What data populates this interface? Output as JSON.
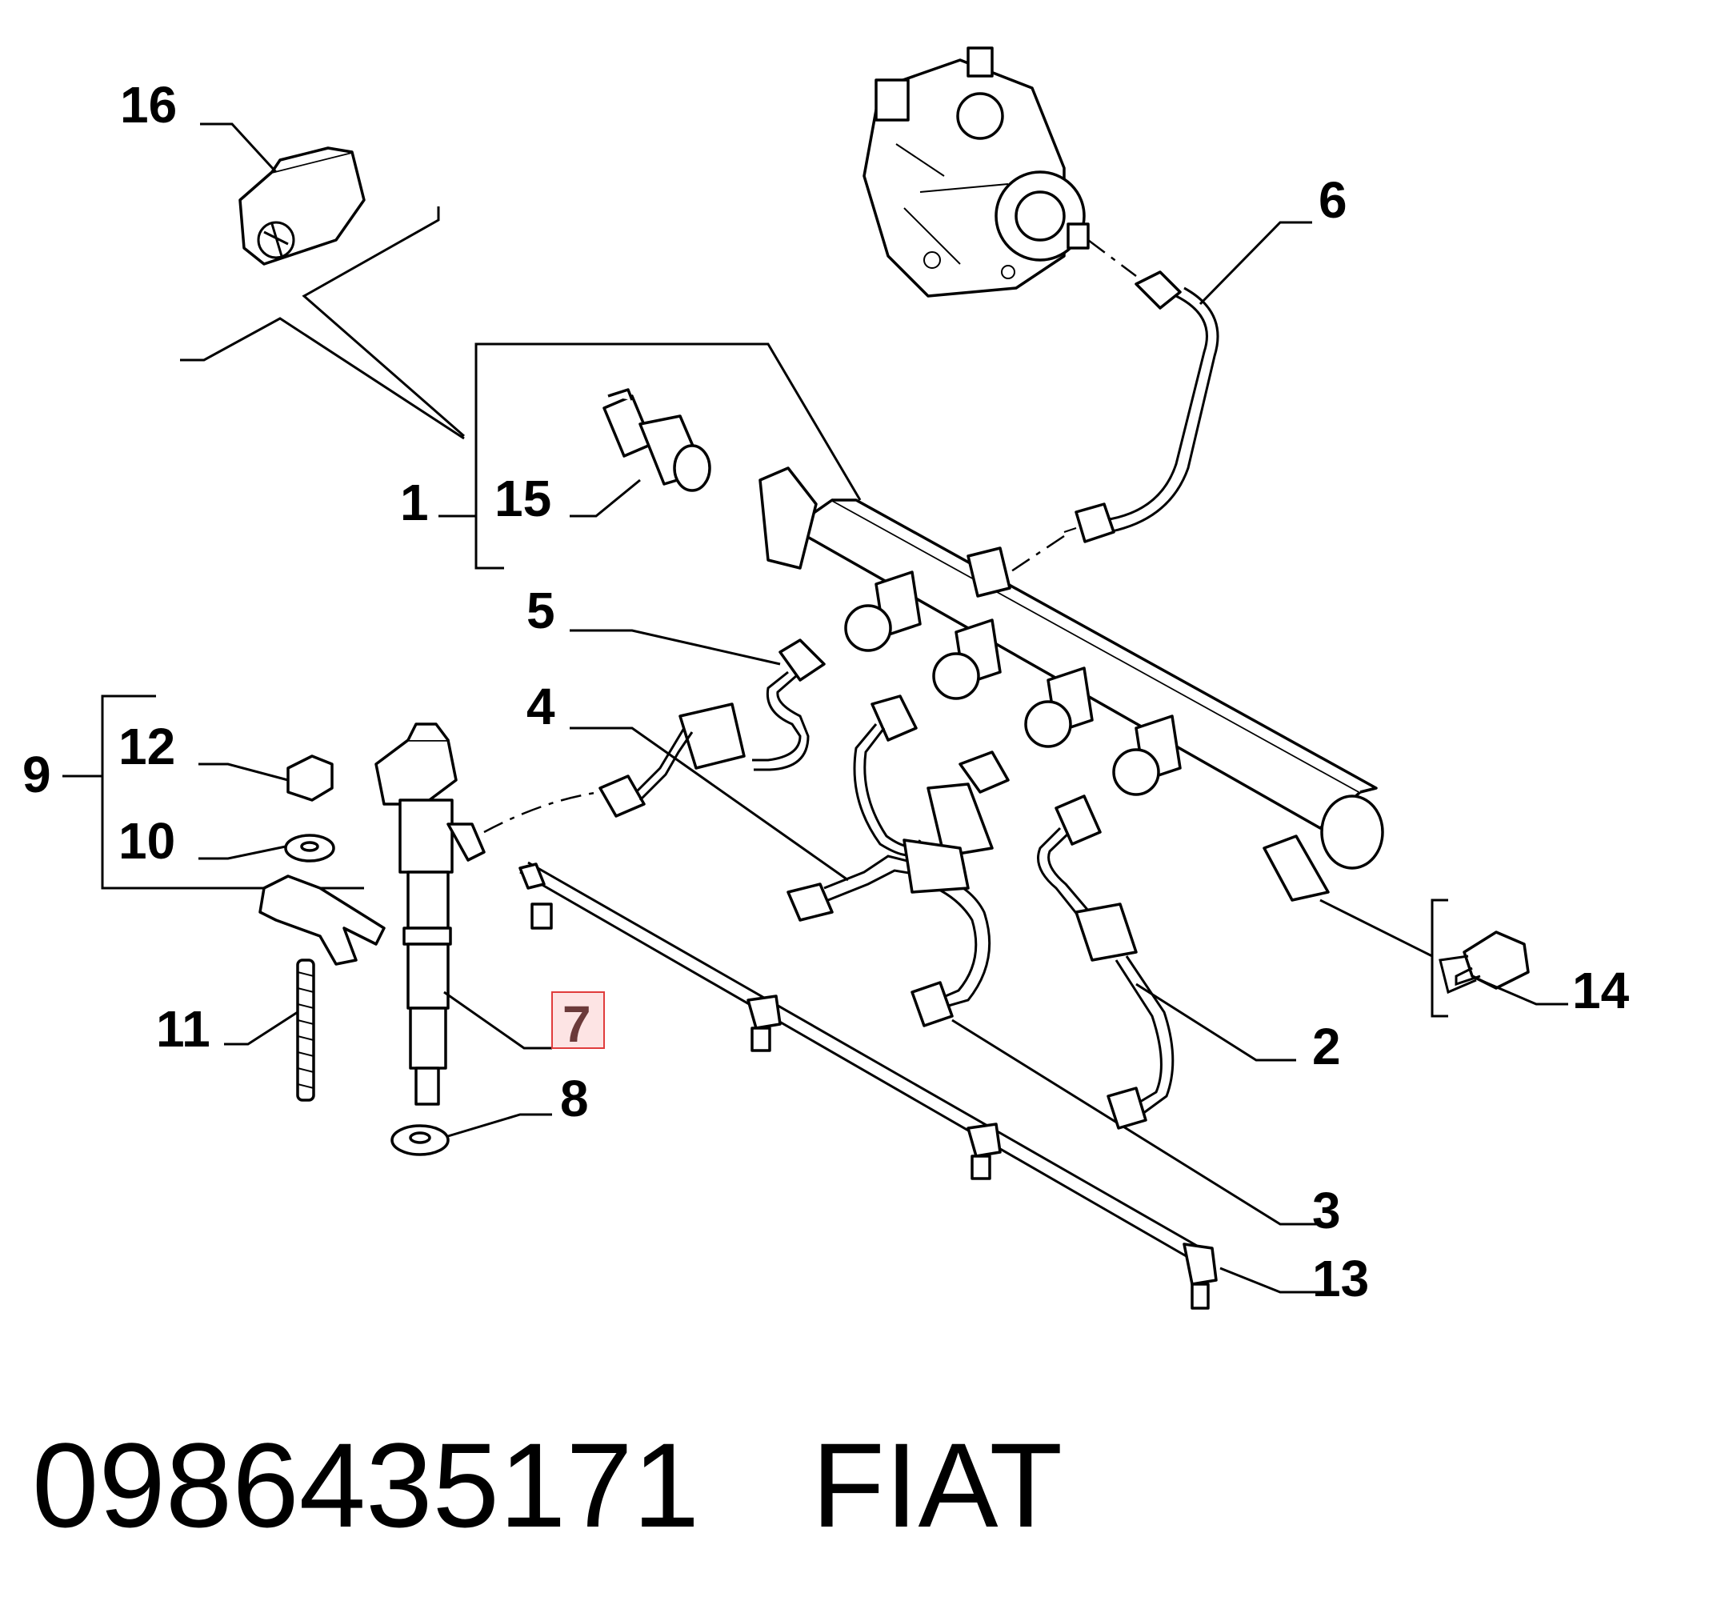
{
  "callouts": {
    "c1": "1",
    "c2": "2",
    "c3": "3",
    "c4": "4",
    "c5": "5",
    "c6": "6",
    "c7": "7",
    "c8": "8",
    "c9": "9",
    "c10": "10",
    "c11": "11",
    "c12": "12",
    "c13": "13",
    "c14": "14",
    "c15": "15",
    "c16": "16"
  },
  "highlight": {
    "part": "7",
    "color": "#e03c3c",
    "fill": "#fde4e4"
  },
  "footer": {
    "part_number": "0986435171",
    "brand": "FIAT"
  }
}
